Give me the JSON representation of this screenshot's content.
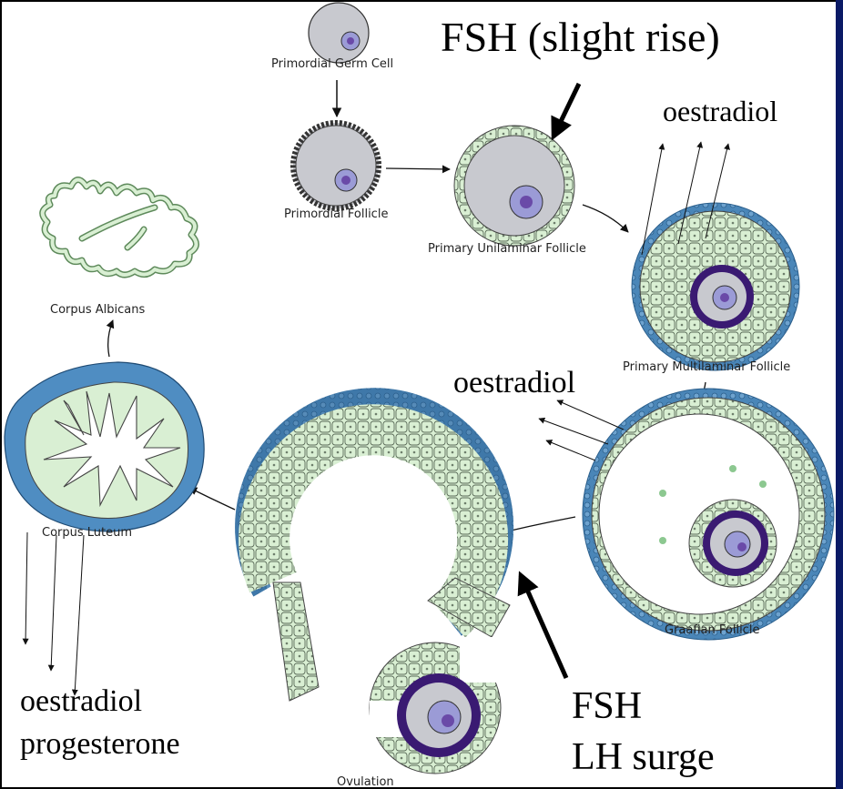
{
  "stages": {
    "primordial_germ_cell": "Primordial Germ Cell",
    "primordial_follicle": "Primordial Follicle",
    "primary_unilaminar": "Primary Unilaminar Follicle",
    "primary_multilaminar": "Primary Multilaminar Follicle",
    "graafian": "Graafian Follicle",
    "ovulation": "Ovulation",
    "corpus_luteum": "Corpus Luteum",
    "corpus_albicans": "Corpus Albicans"
  },
  "hormones": {
    "fsh_slight_rise": "FSH (slight rise)",
    "oestradiol_top": "oestradiol",
    "oestradiol_mid": "oestradiol",
    "oestradiol_bottom": "oestradiol",
    "progesterone": "progesterone",
    "fsh": "FSH",
    "lh_surge": "LH surge"
  },
  "colors": {
    "cytoplasm": "#c8c9cf",
    "nucleus": "#9b9bd6",
    "granulosa": "#d9efd3",
    "theca": "#4a86b8",
    "zona": "#3a1a72",
    "corpus_luteum_outer": "#4f8dc2"
  }
}
